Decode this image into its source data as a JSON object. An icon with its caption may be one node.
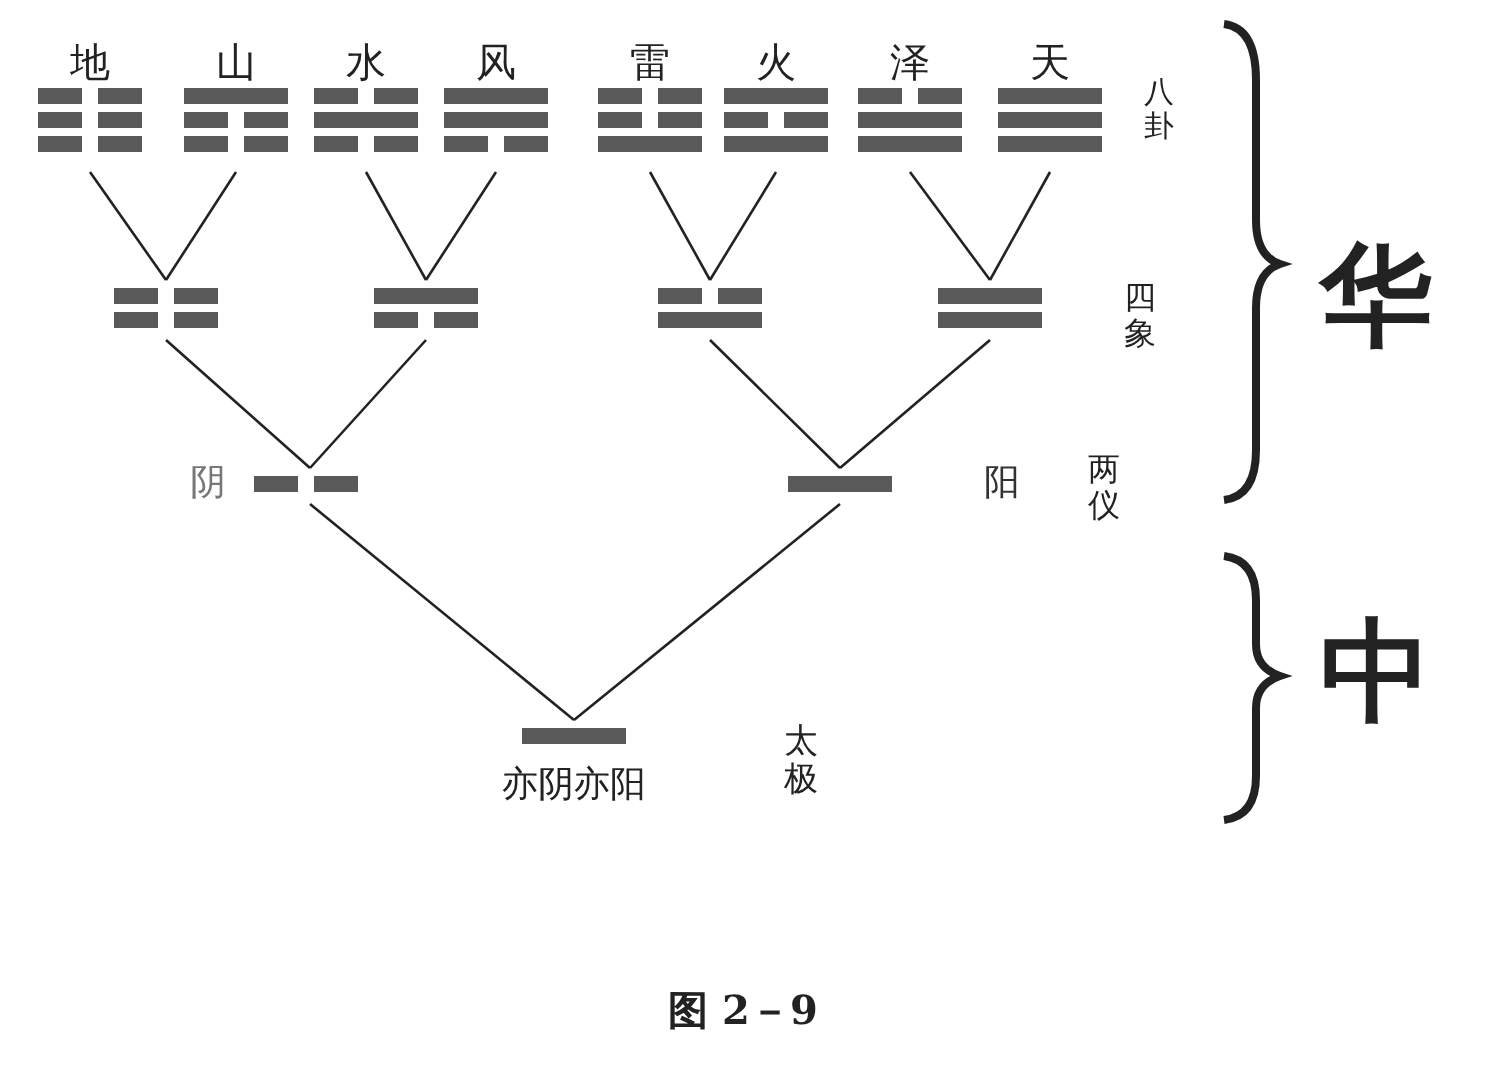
{
  "diagram": {
    "caption": "图 2－9",
    "nodes": [
      {
        "text": [
          "地"
        ]
      },
      {
        "text": [
          "山"
        ]
      },
      {
        "text": [
          "水"
        ]
      },
      {
        "text": [
          "风"
        ]
      },
      {
        "text": [
          "雷"
        ]
      },
      {
        "text": [
          "火"
        ]
      },
      {
        "text": [
          "泽"
        ]
      },
      {
        "text": [
          "天"
        ]
      },
      {
        "text": [],
        "shape": "bar"
      },
      {
        "text": [],
        "shape": "bar"
      },
      {
        "text": [],
        "shape": "bar"
      },
      {
        "text": [],
        "shape": "bar"
      },
      {
        "text": [
          "阴"
        ]
      },
      {
        "text": [
          "阳"
        ]
      },
      {
        "text": [
          "亦阴亦阳"
        ]
      }
    ],
    "edges": [
      {
        "from": 8,
        "to": 0,
        "arrow": "none"
      },
      {
        "from": 8,
        "to": 1,
        "arrow": "none"
      },
      {
        "from": 9,
        "to": 2,
        "arrow": "none"
      },
      {
        "from": 9,
        "to": 3,
        "arrow": "none"
      },
      {
        "from": 10,
        "to": 4,
        "arrow": "none"
      },
      {
        "from": 10,
        "to": 5,
        "arrow": "none"
      },
      {
        "from": 11,
        "to": 6,
        "arrow": "none"
      },
      {
        "from": 11,
        "to": 7,
        "arrow": "none"
      },
      {
        "from": 12,
        "to": 8,
        "arrow": "none"
      },
      {
        "from": 12,
        "to": 9,
        "arrow": "none"
      },
      {
        "from": 13,
        "to": 10,
        "arrow": "none"
      },
      {
        "from": 13,
        "to": 11,
        "arrow": "none"
      },
      {
        "from": 14,
        "to": 12,
        "arrow": "none"
      },
      {
        "from": 14,
        "to": 13,
        "arrow": "none"
      }
    ],
    "labels": [
      "八卦",
      "四象",
      "两仪",
      "太极",
      "华",
      "中"
    ]
  }
}
